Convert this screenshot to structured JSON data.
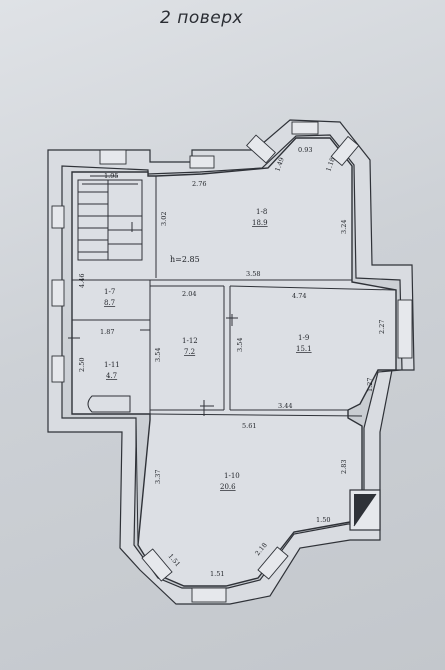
{
  "title": "2 поверх",
  "ceiling_height": "h=2.85",
  "rooms": [
    {
      "id": "1-8",
      "area": "18.9"
    },
    {
      "id": "1-7",
      "area": "8.7"
    },
    {
      "id": "1-12",
      "area": "7.2"
    },
    {
      "id": "1-9",
      "area": "15.1"
    },
    {
      "id": "1-11",
      "area": "4.7"
    },
    {
      "id": "1-10",
      "area": "20.6"
    }
  ],
  "dimensions": {
    "stair_width": "1.95",
    "r18_top": "2.76",
    "r18_left": "3.02",
    "r18_bottom": "3.58",
    "r18_right": "3.24",
    "bay_a": "1.49",
    "bay_b": "0.93",
    "bay_c": "1.18",
    "r17_height": "4.46",
    "r112_top": "2.04",
    "r17_bottom": "1.87",
    "r111_height": "2.50",
    "r112_left": "3.54",
    "r19_left": "3.54",
    "r19_top": "4.74",
    "r19_right_top": "2.27",
    "r19_right_bottom": "1.27",
    "r19_bottom": "3.44",
    "r110_top": "5.61",
    "r110_left": "3.37",
    "r110_right": "2.83",
    "r110_step": "1.50",
    "r110_bay_a": "1.51",
    "r110_bay_b": "1.51",
    "r110_bay_c": "2.18"
  }
}
